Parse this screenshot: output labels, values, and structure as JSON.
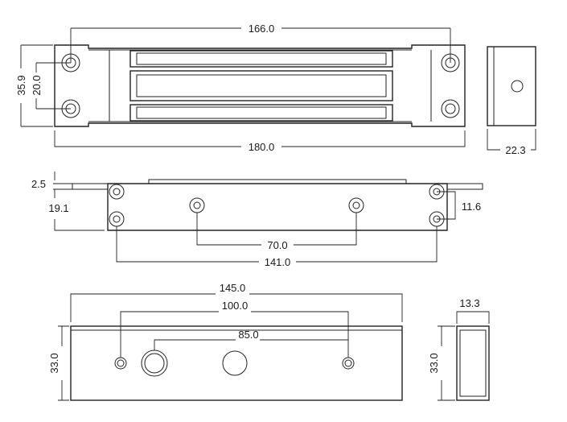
{
  "top_view": {
    "width_holes": "166.0",
    "height": "35.9",
    "hole_spacing": "20.0",
    "length": "180.0"
  },
  "side_view_top": {
    "depth": "22.3"
  },
  "middle_view": {
    "flange": "2.5",
    "height": "19.1",
    "hole_spacing_v": "11.6",
    "inner_holes": "70.0",
    "outer_holes": "141.0"
  },
  "bottom_view": {
    "length": "145.0",
    "hole_spacing_outer": "100.0",
    "hole_spacing_inner": "85.0",
    "height": "33.0"
  },
  "side_view_bottom": {
    "width": "13.3",
    "height": "33.0"
  }
}
